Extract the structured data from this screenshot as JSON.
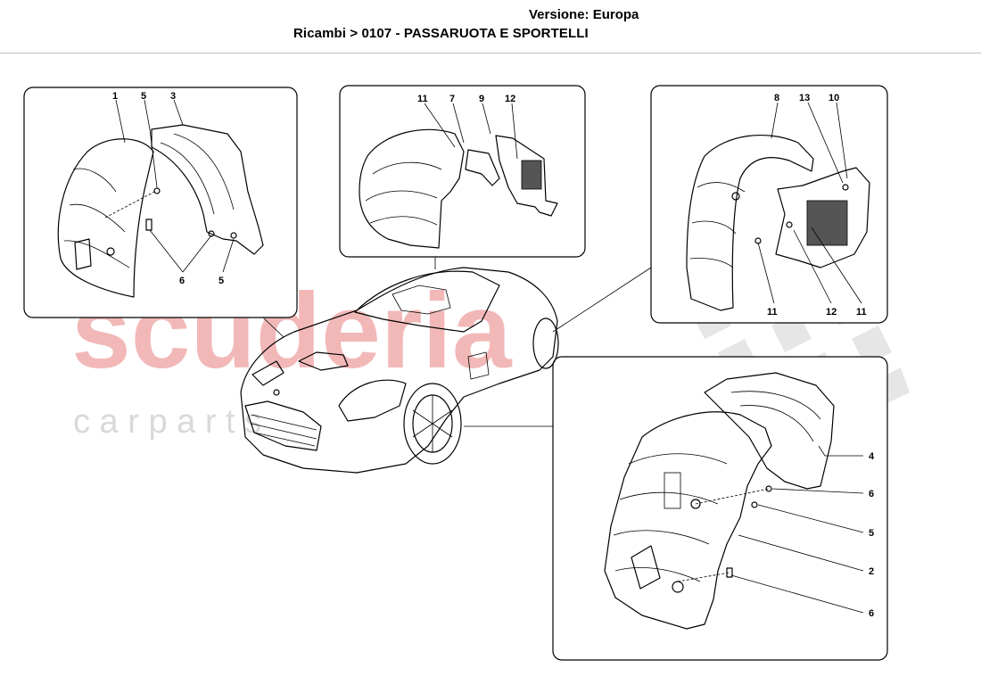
{
  "header": {
    "version_label": "Versione: Europa",
    "breadcrumb": "Ricambi > 0107 - PASSARUOTA E SPORTELLI"
  },
  "watermark": {
    "brand": "scuderia",
    "sub": "c a r   p a r t s"
  },
  "callouts": {
    "panel_front_left": [
      "1",
      "5",
      "3",
      "6",
      "5"
    ],
    "panel_top_middle": [
      "11",
      "7",
      "9",
      "12"
    ],
    "panel_rear_right": [
      "8",
      "13",
      "10",
      "11",
      "12",
      "11"
    ],
    "panel_bottom_right": [
      "4",
      "6",
      "5",
      "2",
      "6"
    ]
  },
  "colors": {
    "watermark_red": "#f2b8b8",
    "watermark_grey": "#d9d9d9",
    "line": "#000000"
  }
}
